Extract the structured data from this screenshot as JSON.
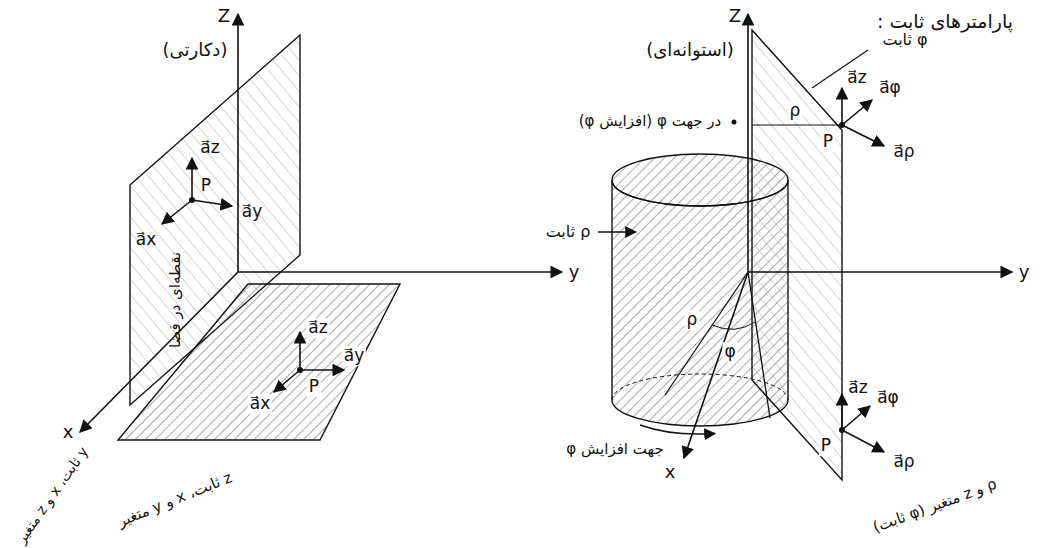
{
  "diagram": {
    "title": "پارامترهای ثابت :",
    "labels": [
      "(دکارتی)",
      "Z",
      "a⃗z",
      "P",
      "a⃗y",
      "a⃗x",
      "نقطه‌ای در فضا",
      "y",
      "a⃗z",
      "a⃗y",
      "P",
      "a⃗x",
      "x",
      "y ثابت، x و z متغیر",
      "z ثابت، x و y متغیر",
      "(استوانه‌ای)",
      "Z",
      "φ ثابت",
      "ρ",
      "a⃗z",
      "a⃗φ",
      "P",
      "a⃗ρ",
      "در جهت φ (افزایش φ)",
      "y",
      "ρ ثابت",
      "ρ",
      "φ",
      "جهت افزایش φ",
      "x",
      "a⃗z",
      "a⃗φ",
      "P",
      "a⃗ρ",
      "ρ و z متغیر (φ ثابت)"
    ]
  }
}
